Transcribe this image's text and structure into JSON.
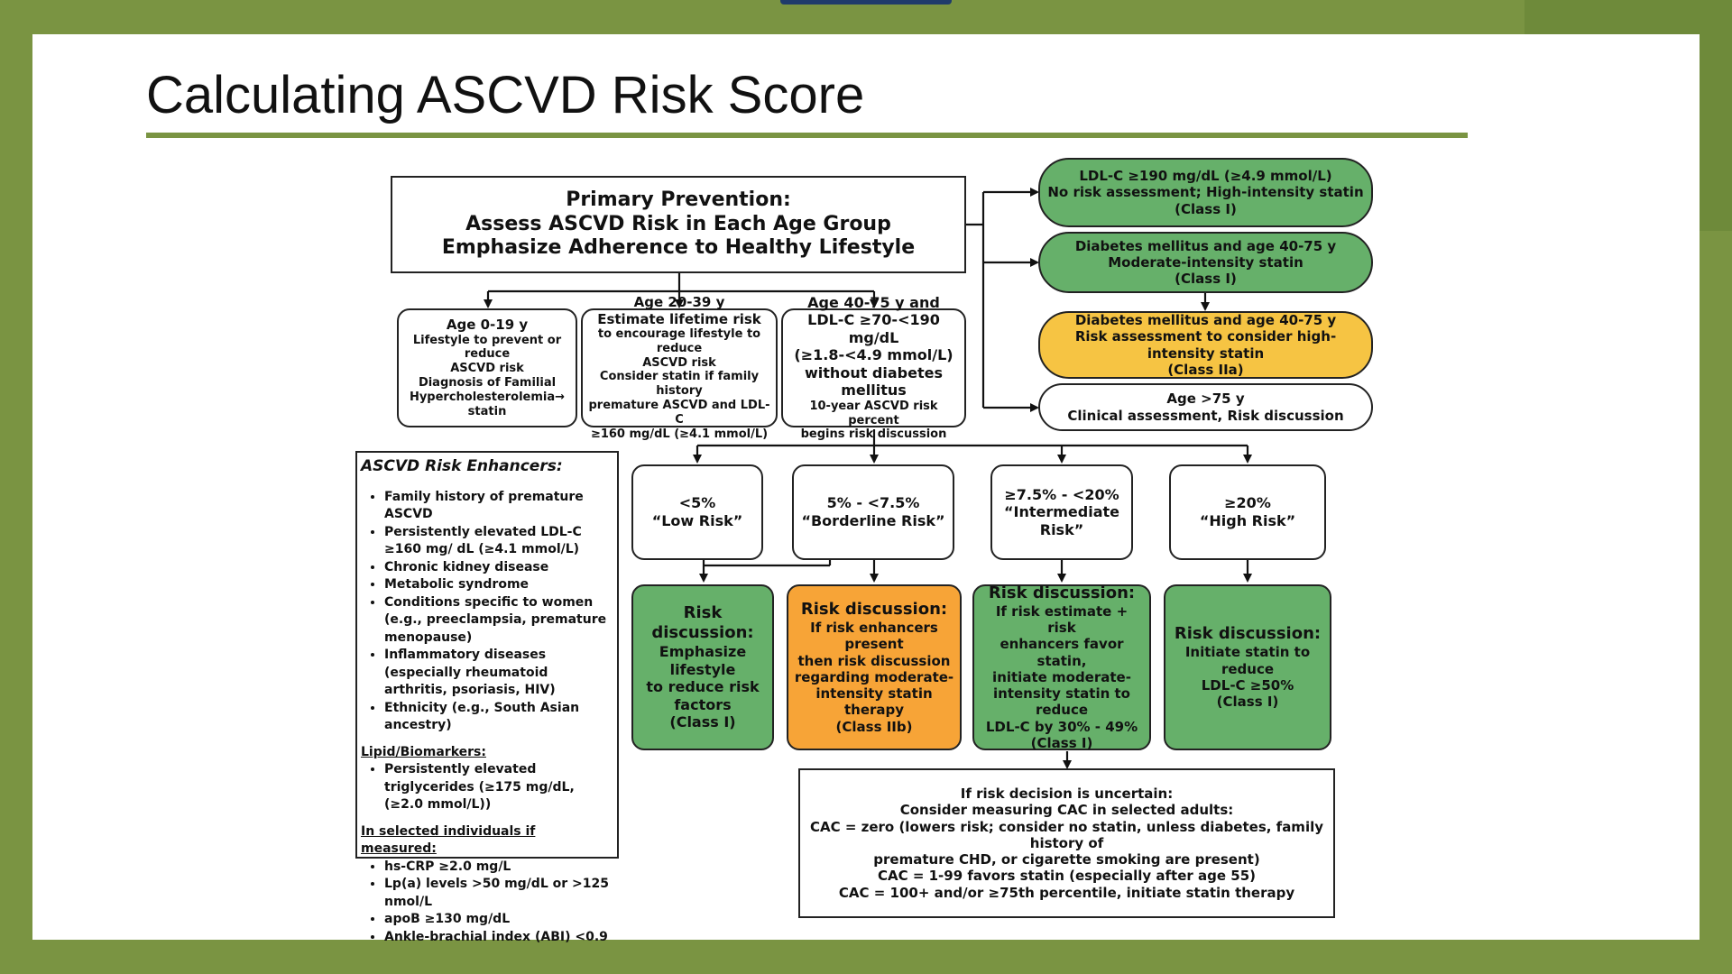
{
  "slide": {
    "title": "Calculating ASCVD Risk Score"
  },
  "primary": {
    "line1": "Primary Prevention:",
    "line2": "Assess ASCVD Risk in Each Age Group",
    "line3": "Emphasize Adherence to Healthy Lifestyle"
  },
  "ages": [
    {
      "lines": [
        "Age 0-19 y",
        "Lifestyle to prevent or reduce",
        "ASCVD risk",
        "Diagnosis of Familial",
        "Hypercholesterolemia→ statin"
      ]
    },
    {
      "lines": [
        "Age 20-39 y",
        "Estimate lifetime risk",
        "to encourage lifestyle to reduce",
        "ASCVD risk",
        "Consider statin if family history",
        "premature ASCVD and LDL-C",
        "≥160 mg/dL (≥4.1 mmol/L)"
      ]
    },
    {
      "lines": [
        "Age 40-75 y and",
        "LDL-C ≥70-<190 mg/dL",
        "(≥1.8-<4.9 mmol/L)",
        "without diabetes mellitus",
        "10-year ASCVD risk percent",
        "begins risk discussion"
      ]
    }
  ],
  "right_boxes": [
    {
      "lines": [
        "LDL-C ≥190 mg/dL (≥4.9 mmol/L)",
        "No risk assessment; High-intensity statin",
        "(Class I)"
      ],
      "color": "#66b06a"
    },
    {
      "lines": [
        "Diabetes mellitus and age 40-75 y",
        "Moderate-intensity statin",
        "(Class I)"
      ],
      "color": "#66b06a"
    },
    {
      "lines": [
        "Diabetes mellitus and age 40-75 y",
        "Risk assessment to consider high-intensity statin",
        "(Class IIa)"
      ],
      "color": "#f6c443"
    },
    {
      "lines": [
        "Age >75 y",
        "Clinical assessment, Risk discussion"
      ],
      "color": "#ffffff"
    }
  ],
  "risk_categories": [
    {
      "range": "<5%",
      "label": "“Low Risk”"
    },
    {
      "range": "5% - <7.5%",
      "label": "“Borderline Risk”"
    },
    {
      "range": "≥7.5% - <20%",
      "label": "“Intermediate Risk”"
    },
    {
      "range": "≥20%",
      "label": "“High Risk”"
    }
  ],
  "discussions": [
    {
      "heading": "Risk discussion:",
      "lines": [
        "Emphasize lifestyle",
        "to reduce risk",
        "factors",
        "(Class I)"
      ],
      "color": "#66b06a"
    },
    {
      "heading": "Risk discussion:",
      "lines": [
        "If risk enhancers present",
        "then risk discussion",
        "regarding moderate-",
        "intensity statin therapy",
        "(Class IIb)"
      ],
      "color": "#f7a437"
    },
    {
      "heading": "Risk discussion:",
      "lines": [
        "If risk estimate + risk",
        "enhancers favor statin,",
        "initiate moderate-",
        "intensity statin to reduce",
        "LDL-C by 30% - 49%",
        "(Class I)"
      ],
      "color": "#66b06a"
    },
    {
      "heading": "Risk discussion:",
      "lines": [
        "Initiate statin to reduce",
        "LDL-C ≥50%",
        "(Class I)"
      ],
      "color": "#66b06a"
    }
  ],
  "enhancers": {
    "heading": "ASCVD Risk Enhancers:",
    "items": [
      "Family history of premature ASCVD",
      "Persistently elevated LDL-C ≥160 mg/ dL (≥4.1 mmol/L)",
      "Chronic kidney disease",
      "Metabolic syndrome",
      "Conditions specific to women (e.g., preeclampsia, premature menopause)",
      "Inflammatory diseases (especially rheumatoid arthritis, psoriasis, HIV)",
      "Ethnicity (e.g., South Asian ancestry)"
    ],
    "lipid_heading": "Lipid/Biomarkers:",
    "lipid_items": [
      "Persistently elevated triglycerides (≥175 mg/dL, (≥2.0 mmol/L))"
    ],
    "selected_heading": "In selected individuals if measured:",
    "selected_items": [
      "hs-CRP ≥2.0 mg/L",
      "Lp(a) levels >50 mg/dL or >125 nmol/L",
      "apoB ≥130 mg/dL",
      "Ankle-brachial index (ABI) <0.9"
    ]
  },
  "cac": {
    "lines": [
      "If risk decision is uncertain:",
      "Consider measuring CAC in selected adults:",
      "CAC = zero (lowers risk; consider no statin, unless diabetes, family history of",
      "premature CHD, or cigarette smoking are present)",
      "CAC = 1-99 favors statin (especially after age 55)",
      "CAC = 100+ and/or ≥75th percentile, initiate statin therapy"
    ]
  }
}
